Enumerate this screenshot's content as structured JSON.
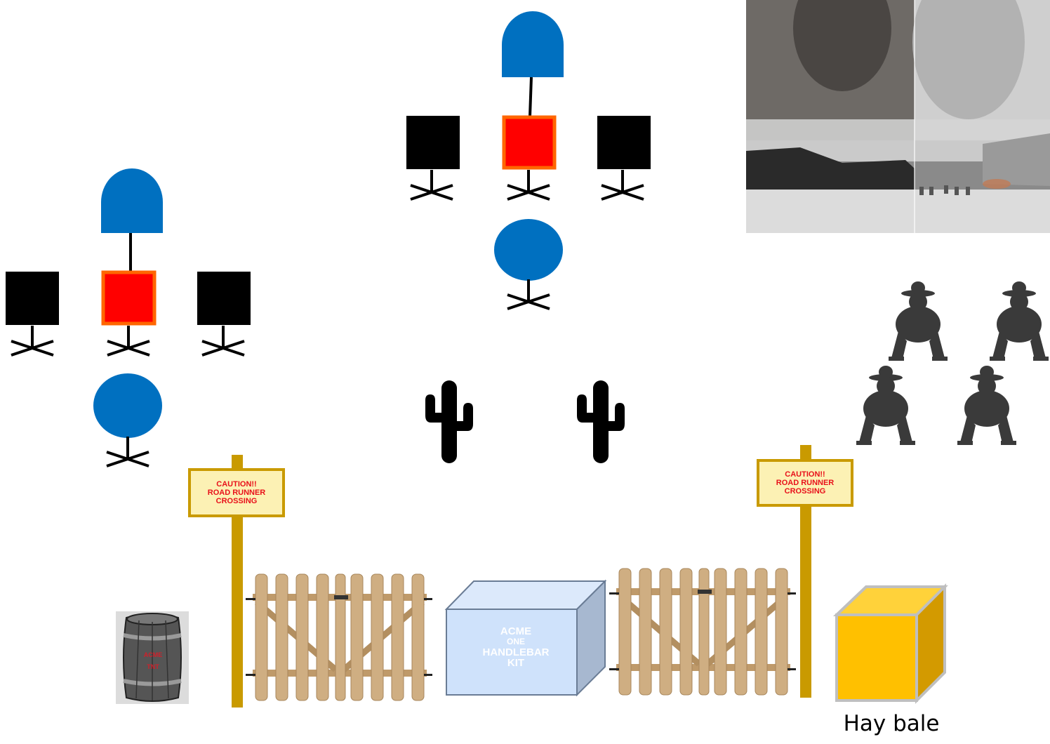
{
  "signs": [
    {
      "lines": [
        "CAUTION!!",
        "ROAD RUNNER",
        "CROSSING"
      ]
    },
    {
      "lines": [
        "CAUTION!!",
        "ROAD RUNNER",
        "CROSSING"
      ]
    }
  ],
  "crate": {
    "lines": [
      "ACME",
      "ONE",
      "HANDLEBAR",
      "KIT"
    ]
  },
  "barrel": {
    "lines": [
      "ACME",
      "TNT"
    ]
  },
  "hay_bale": {
    "label": "Hay bale"
  },
  "colors": {
    "helmet_blue": "#0070c0",
    "red_square": "#ff0000",
    "orange_border": "#ff6600",
    "post_gold": "#c99a00",
    "sign_fill": "#fcf1b4",
    "sign_text": "#e8101a",
    "crate_front": "#cfe2fb",
    "hay_front": "#ffc000",
    "hay_side": "#d39a00",
    "fence_wood": "#c9a77a",
    "silhouette": "#3a3a3a"
  }
}
